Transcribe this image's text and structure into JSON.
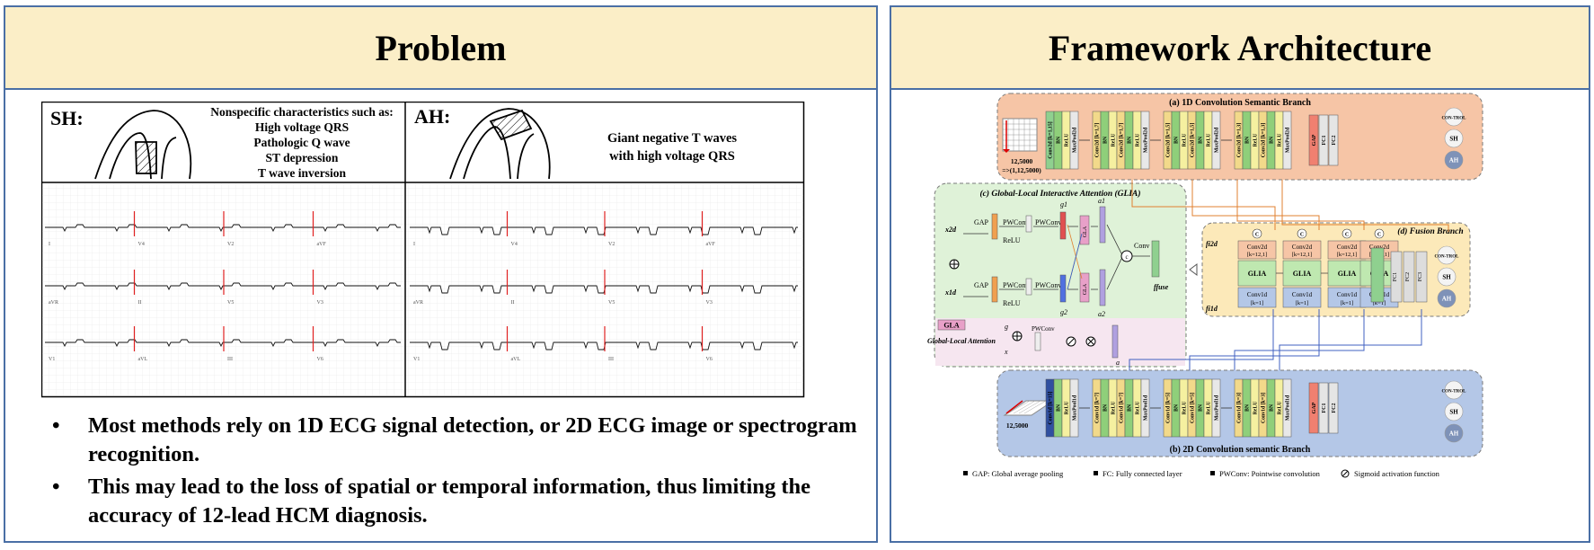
{
  "left_panel": {
    "title": "Problem",
    "sh_label": "SH:",
    "sh_characteristics": [
      "Nonspecific characteristics such as:",
      "High voltage QRS",
      "Pathologic Q wave",
      "ST depression",
      "T wave inversion"
    ],
    "ah_label": "AH:",
    "ah_characteristics": [
      "Giant negative T waves",
      "with high voltage QRS"
    ],
    "ecg_lead_labels_left": [
      "I",
      "aVR",
      "V1",
      "V4",
      "II",
      "aVL",
      "V2",
      "V5",
      "III",
      "aVF",
      "V3",
      "V6"
    ],
    "ecg_lead_labels_right": [
      "I",
      "aVR",
      "V1",
      "V4",
      "II",
      "aVL",
      "V2",
      "V5",
      "III",
      "aVF",
      "V3",
      "V6"
    ],
    "bullets": [
      "Most methods rely on 1D ECG signal detection, or 2D ECG image or spectrogram recognition.",
      "This may lead to the loss of spatial or temporal information, thus limiting the accuracy of 12-lead HCM diagnosis."
    ]
  },
  "right_panel": {
    "title": "Framework Architecture",
    "branch_1d": {
      "title": "(a) 1D Convolution Semantic Branch",
      "input_label_1": "12,5000",
      "input_label_2": "=>(1,12,5000)",
      "stages": [
        {
          "layers": [
            "Conv2d [k=1,15]",
            "BN",
            "ReLU",
            "MaxPool2d"
          ]
        },
        {
          "layers": [
            "Conv2d [k=1,7]",
            "BN",
            "ReLU",
            "Conv2d [k=1,7]",
            "BN",
            "ReLU",
            "MaxPool2d"
          ]
        },
        {
          "layers": [
            "Conv2d [k=1,5]",
            "BN",
            "ReLU",
            "Conv2d [k=1,5]",
            "BN",
            "ReLU",
            "MaxPool2d"
          ]
        },
        {
          "layers": [
            "Conv2d [k=1,3]",
            "BN",
            "ReLU",
            "Conv2d [k=1,3]",
            "BN",
            "ReLU",
            "MaxPool2d"
          ]
        }
      ],
      "head": [
        "GAP",
        "FC1",
        "FC2"
      ],
      "outputs": [
        "CON-TROL",
        "SH",
        "AH"
      ]
    },
    "branch_2d": {
      "title": "(b) 2D Convolution semantic Branch",
      "input_label": "12,5000",
      "stages": [
        {
          "layers": [
            "Conv1d [k=15]",
            "BN",
            "ReLU",
            "MaxPool1d"
          ]
        },
        {
          "layers": [
            "Conv1d [k=7]",
            "BN",
            "ReLU",
            "Conv1d [k=7]",
            "BN",
            "ReLU",
            "MaxPool1d"
          ]
        },
        {
          "layers": [
            "Conv1d [k=5]",
            "BN",
            "ReLU",
            "Conv1d [k=5]",
            "BN",
            "ReLU",
            "MaxPool1d"
          ]
        },
        {
          "layers": [
            "Conv1d [k=3]",
            "BN",
            "ReLU",
            "Conv1d [k=3]",
            "BN",
            "ReLU",
            "MaxPool1d"
          ]
        }
      ],
      "head": [
        "GAP",
        "FC1",
        "FC2"
      ],
      "outputs": [
        "CON-TROL",
        "SH",
        "AH"
      ]
    },
    "glia": {
      "title": "(c) Global-Local Interactive Attention (GLIA)",
      "x2d": "x2d",
      "x1d": "x1d",
      "gap": "GAP",
      "pwconv": "PWConv",
      "relu": "ReLU",
      "g1": "g1",
      "g2": "g2",
      "a1": "a1",
      "a2": "a2",
      "gla": "GLA",
      "conv": "Conv",
      "ffuse": "ffuse",
      "gla_box_label": "GLA",
      "gla_title": "Global-Local Attention",
      "gla_g": "g",
      "gla_x": "x",
      "gla_a": "a",
      "gla_pwconv": "PWConv"
    },
    "fusion": {
      "title": "(d) Fusion Branch",
      "f2d": "fi2d",
      "f1d": "fi1d",
      "concat": "C",
      "conv2d": "Conv2d",
      "conv2d_k": "[k=12,1]",
      "glia": "GLIA",
      "conv1d": "Conv1d",
      "conv1d_k": "[k=1]",
      "head": [
        "FC1",
        "FC2",
        "FC3"
      ],
      "outputs": [
        "CON-TROL",
        "SH",
        "AH"
      ]
    },
    "legend": [
      "GAP: Global average pooling",
      "FC: Fully connected layer",
      "PWConv: Pointwise convolution",
      "Sigmoid activation function"
    ]
  },
  "colors": {
    "header_bg": "#fbeec7",
    "border": "#4a6fa5",
    "branch_1d_bg": "#f6c5a6",
    "branch_2d_bg": "#b4c7e7",
    "glia_bg": "#dff2d8",
    "gla_bg": "#f6e6f0",
    "fusion_bg": "#fce9b9",
    "ecg_red": "#e02020"
  }
}
